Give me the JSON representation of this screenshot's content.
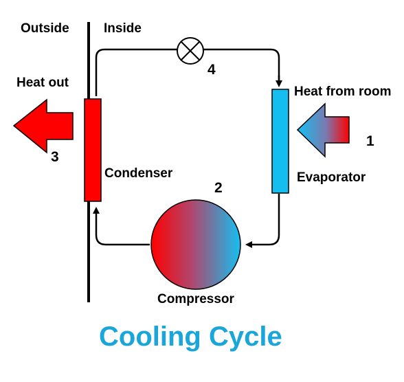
{
  "labels": {
    "outside": "Outside",
    "inside": "Inside",
    "heat_out": "Heat out",
    "heat_from_room": "Heat from room",
    "condenser": "Condenser",
    "evaporator": "Evaporator",
    "compressor": "Compressor",
    "title": "Cooling Cycle"
  },
  "steps": {
    "step_1": "1",
    "step_2": "2",
    "step_3": "3",
    "step_4": "4"
  },
  "colors": {
    "hot": "#ff0000",
    "cold": "#14bff0",
    "title": "#1aa6d9",
    "line": "#000000"
  }
}
